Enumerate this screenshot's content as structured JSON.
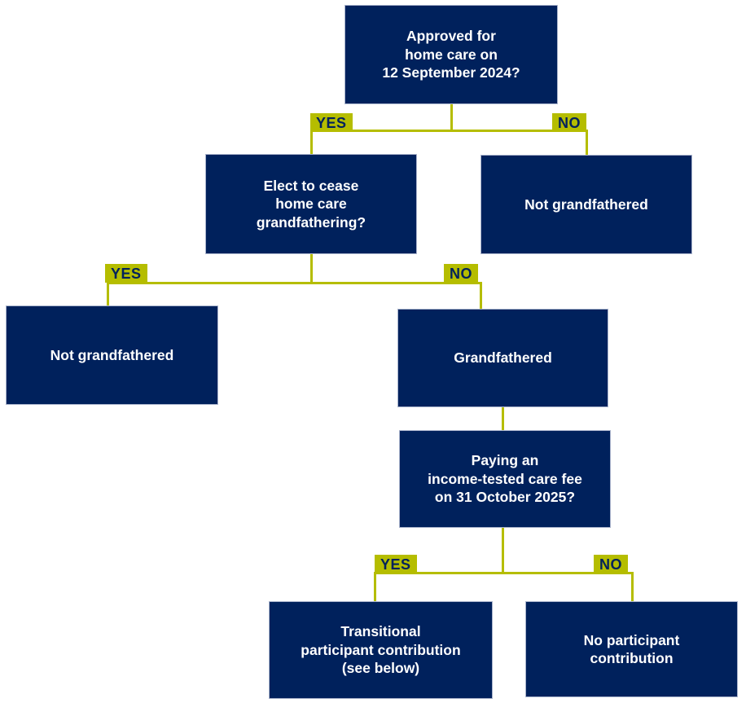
{
  "diagram": {
    "type": "flowchart",
    "colors": {
      "node_background": "#00215c",
      "node_text": "#ffffff",
      "connector": "#b5bd00",
      "label_background": "#b5bd00",
      "label_text": "#00215c",
      "page_background": "#ffffff"
    },
    "nodes": {
      "q_approved": {
        "text": "Approved for\nhome care on\n12 September 2024?"
      },
      "q_elect": {
        "text": "Elect to cease\nhome care\ngrandfathering?"
      },
      "a_not_grandfathered_top": {
        "text": "Not grandfathered"
      },
      "a_not_grandfathered_left": {
        "text": "Not grandfathered"
      },
      "a_grandfathered": {
        "text": "Grandfathered"
      },
      "q_paying_fee": {
        "text": "Paying an\nincome-tested care fee\non 31 October 2025?"
      },
      "a_transitional": {
        "text": "Transitional\nparticipant contribution\n(see below)"
      },
      "a_no_contribution": {
        "text": "No participant\ncontribution"
      }
    },
    "labels": {
      "yes1": "YES",
      "no1": "NO",
      "yes2": "YES",
      "no2": "NO",
      "yes3": "YES",
      "no3": "NO"
    },
    "edges": [
      {
        "from": "q_approved",
        "label": "YES",
        "to": "q_elect"
      },
      {
        "from": "q_approved",
        "label": "NO",
        "to": "a_not_grandfathered_top"
      },
      {
        "from": "q_elect",
        "label": "YES",
        "to": "a_not_grandfathered_left"
      },
      {
        "from": "q_elect",
        "label": "NO",
        "to": "a_grandfathered"
      },
      {
        "from": "a_grandfathered",
        "label": "",
        "to": "q_paying_fee"
      },
      {
        "from": "q_paying_fee",
        "label": "YES",
        "to": "a_transitional"
      },
      {
        "from": "q_paying_fee",
        "label": "NO",
        "to": "a_no_contribution"
      }
    ]
  }
}
